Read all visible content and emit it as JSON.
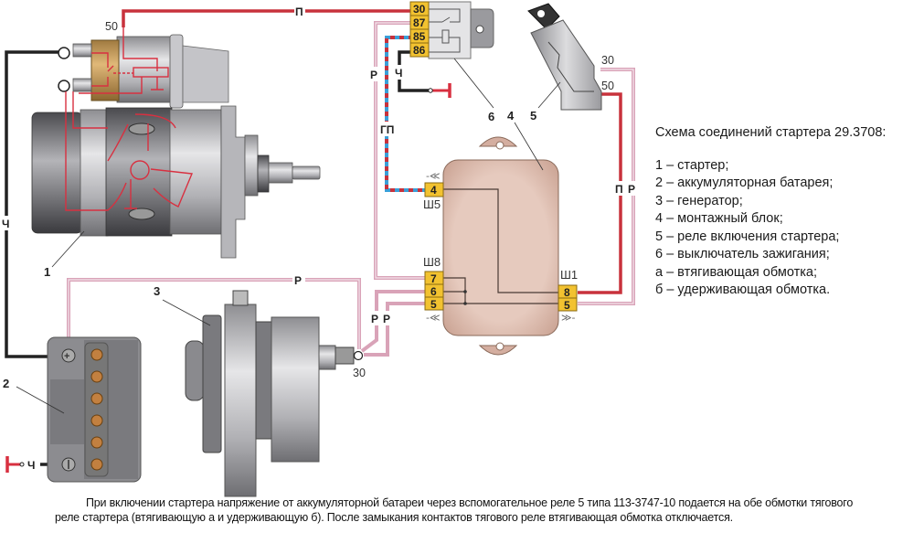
{
  "legend": {
    "title": "Схема соединений стартера  29.3708:",
    "items": [
      "1 – стартер;",
      "2 – аккумуляторная батарея;",
      "3 – генератор;",
      "4 – монтажный блок;",
      "5 – реле включения стартера;",
      "6 – выключатель зажигания;",
      "а – втягивающая обмотка;",
      "б – удерживающая обмотка."
    ]
  },
  "caption": {
    "text": "При включении стартера напряжение от аккумуляторной батареи через вспомогательное реле 5 типа 113-3747-10 подается на обе обмотки тягового реле стартера (втягивающую а и удерживающую б). После замыкания контактов тягового реле втягивающая обмотка отключается."
  },
  "callouts": {
    "starter": "1",
    "battery": "2",
    "generator": "3",
    "mounting_block": "4",
    "relay": "5",
    "ignition_switch": "6"
  },
  "terminals": {
    "starter_50": "50",
    "generator_30": "30",
    "switch_30": "30",
    "switch_50": "50"
  },
  "relay_pins": [
    "30",
    "87",
    "85",
    "86"
  ],
  "connectors": {
    "sh5": {
      "label": "Ш5",
      "pins": [
        "4"
      ]
    },
    "sh8": {
      "label": "Ш8",
      "pins": [
        "7",
        "6",
        "5"
      ]
    },
    "sh1": {
      "label": "Ш1",
      "pins": [
        "8",
        "5"
      ]
    }
  },
  "wire_labels": {
    "top_red": "П",
    "relay_pink": "Р",
    "relay_black": "Ч",
    "relay_bluered": "ГП",
    "battery_black_vertical": "Ч",
    "battery_ground": "Ч",
    "generator_top": "Р",
    "sh8_left_1": "Р",
    "sh8_left_2": "Р",
    "switch_red": "П",
    "switch_pink": "Р"
  },
  "colors": {
    "red_wire": "#c8323c",
    "pink_wire": "#d9a3b8",
    "black_wire": "#222222",
    "blue_wire": "#3a9fd8",
    "pin_yellow": "#f2c230",
    "block_body": "#e2c4b8",
    "metal": "#b8b8bc"
  }
}
